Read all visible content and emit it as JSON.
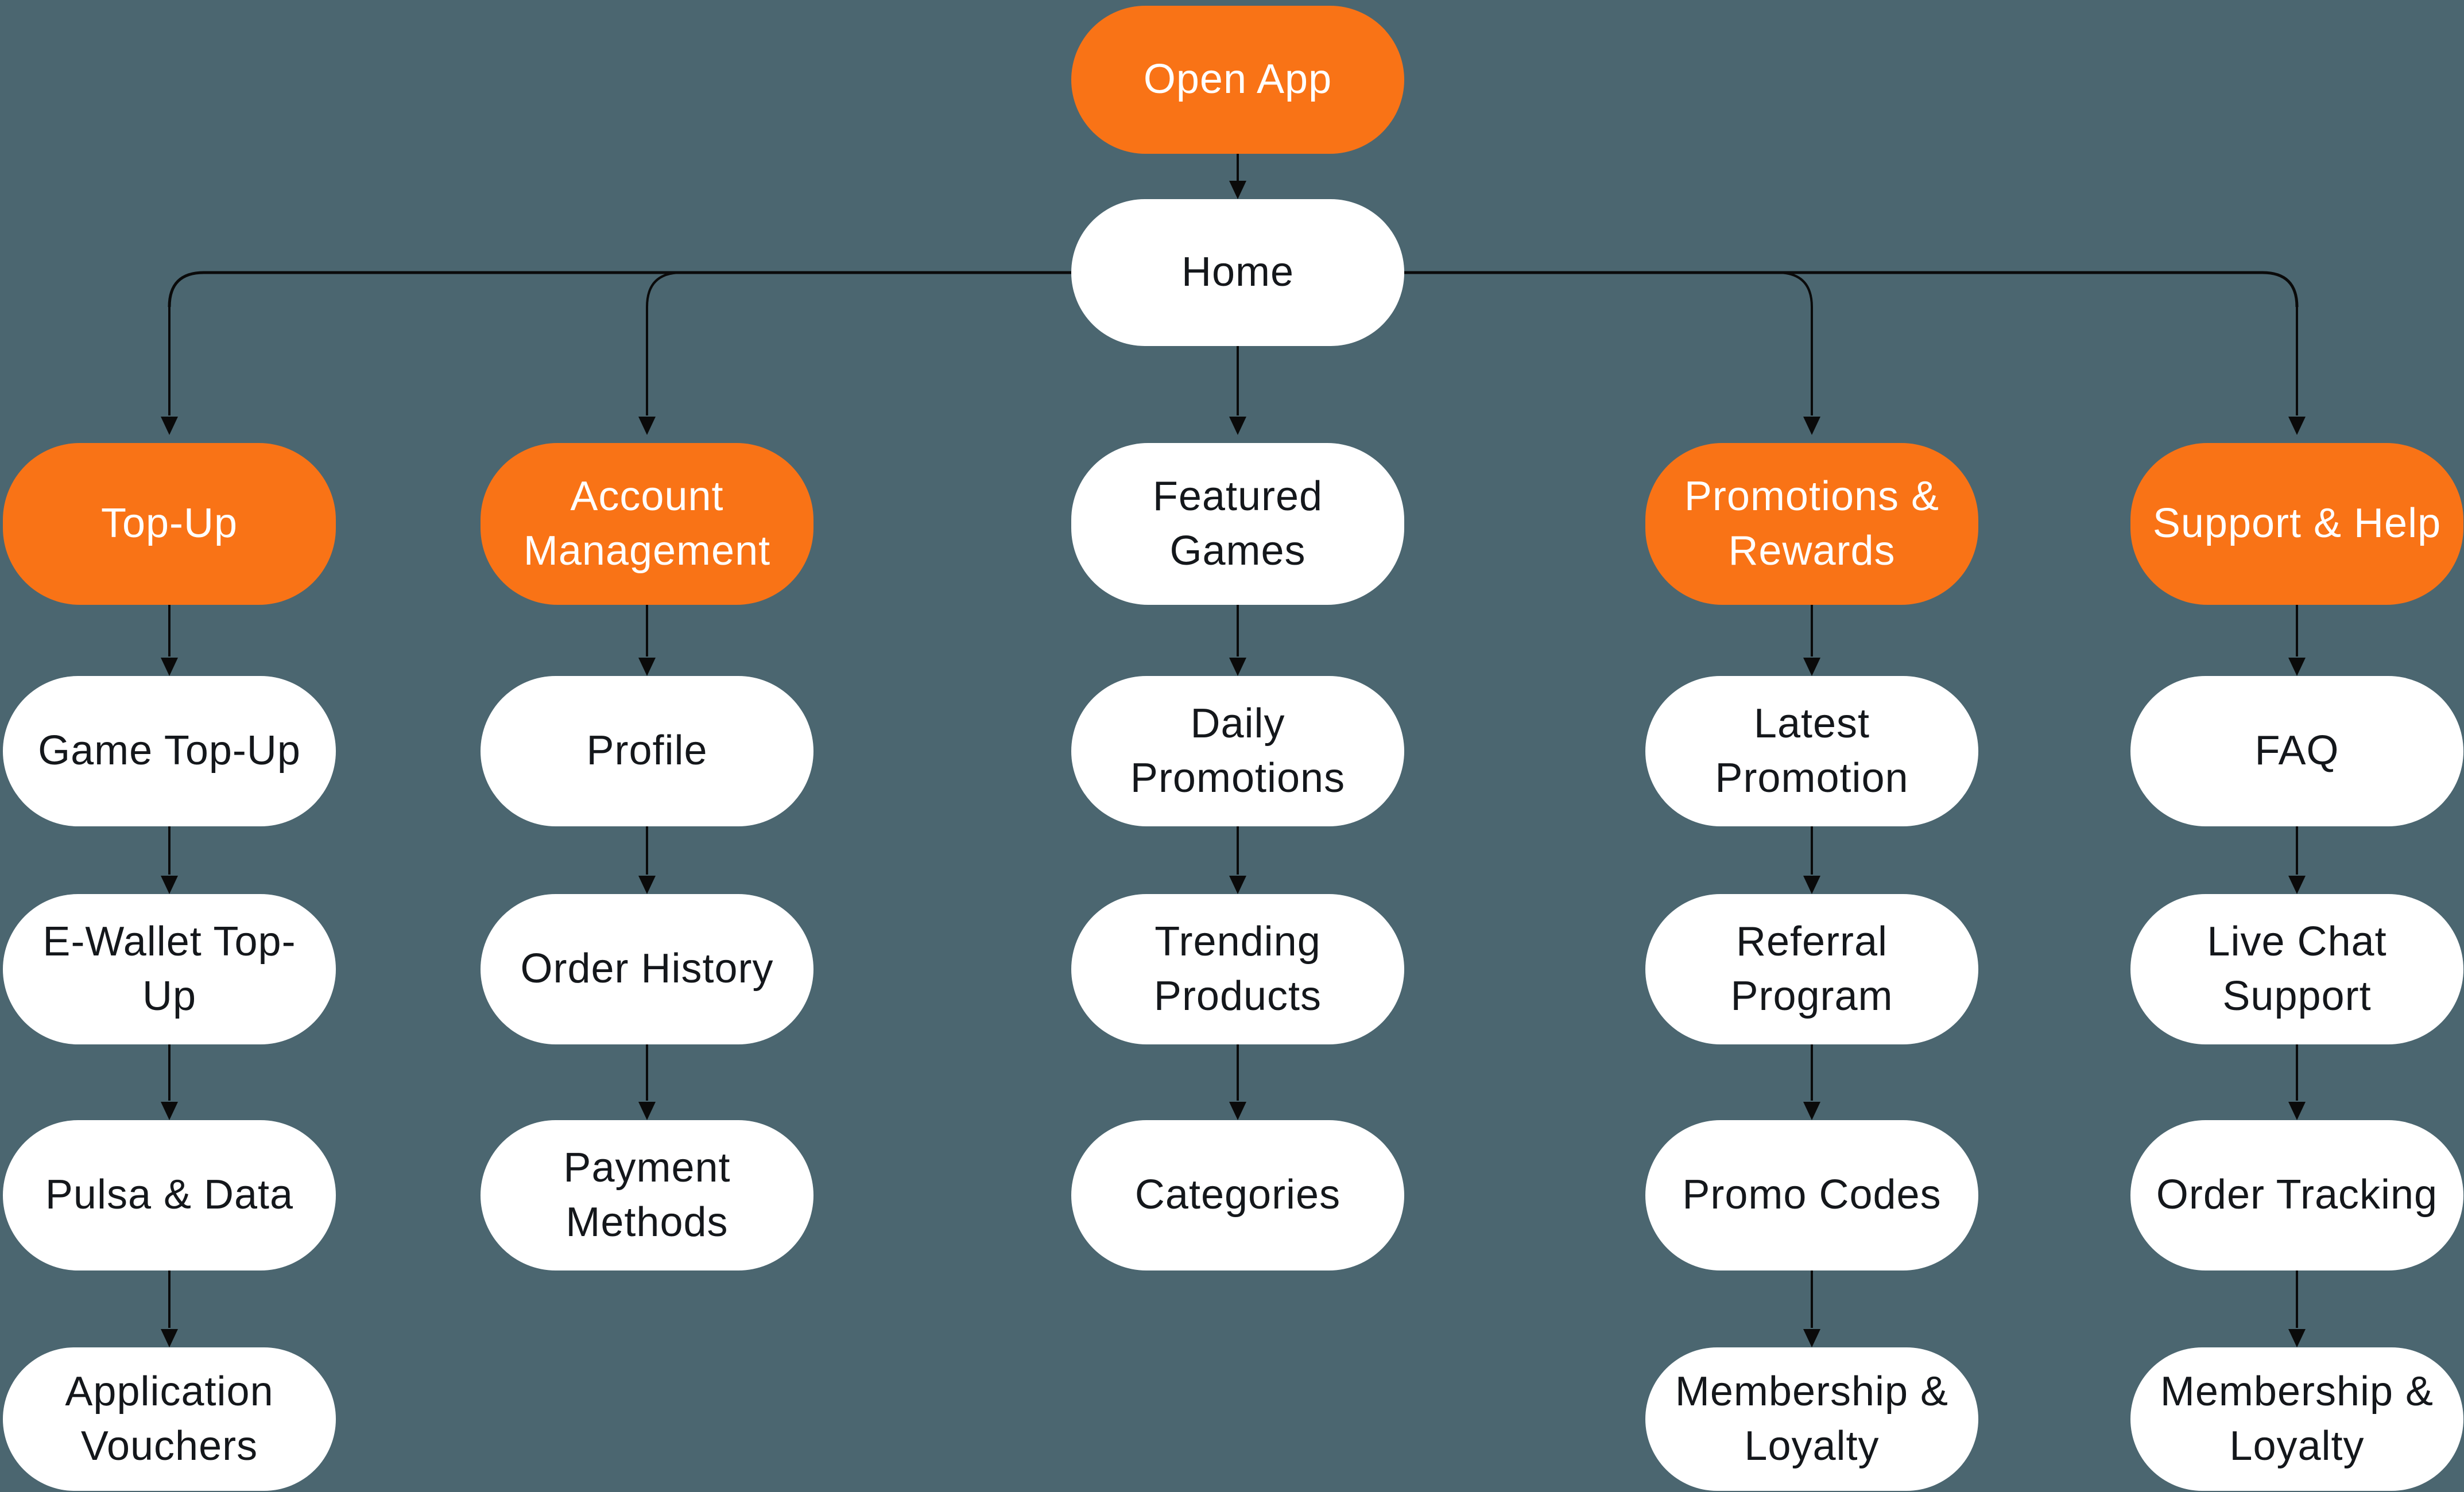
{
  "canvas": {
    "background_color": "#4B6670",
    "node_fill_color": "#FFFFFF",
    "accent_color": "#F97316",
    "connector_color": "#0A0A0A",
    "node_text_dark": "#14171B",
    "node_text_light": "#FFFFFF"
  },
  "flow": {
    "root": {
      "label": "Open App"
    },
    "home": {
      "label": "Home"
    },
    "columns": [
      {
        "branch": "Top-Up",
        "children": [
          "Game Top-Up",
          "E-Wallet Top-\nUp",
          "Pulsa & Data",
          "Application\nVouchers"
        ]
      },
      {
        "branch": "Account\nManagement",
        "children": [
          "Profile",
          "Order History",
          "Payment\nMethods"
        ]
      },
      {
        "branch": "Featured\nGames",
        "children": [
          "Daily\nPromotions",
          "Trending\nProducts",
          "Categories"
        ]
      },
      {
        "branch": "Promotions &\nRewards",
        "children": [
          "Latest\nPromotion",
          "Referral\nProgram",
          "Promo Codes",
          "Membership &\nLoyalty"
        ]
      },
      {
        "branch": "Support & Help",
        "children": [
          "FAQ",
          "Live Chat\nSupport",
          "Order Tracking",
          "Membership &\nLoyalty"
        ]
      }
    ]
  }
}
